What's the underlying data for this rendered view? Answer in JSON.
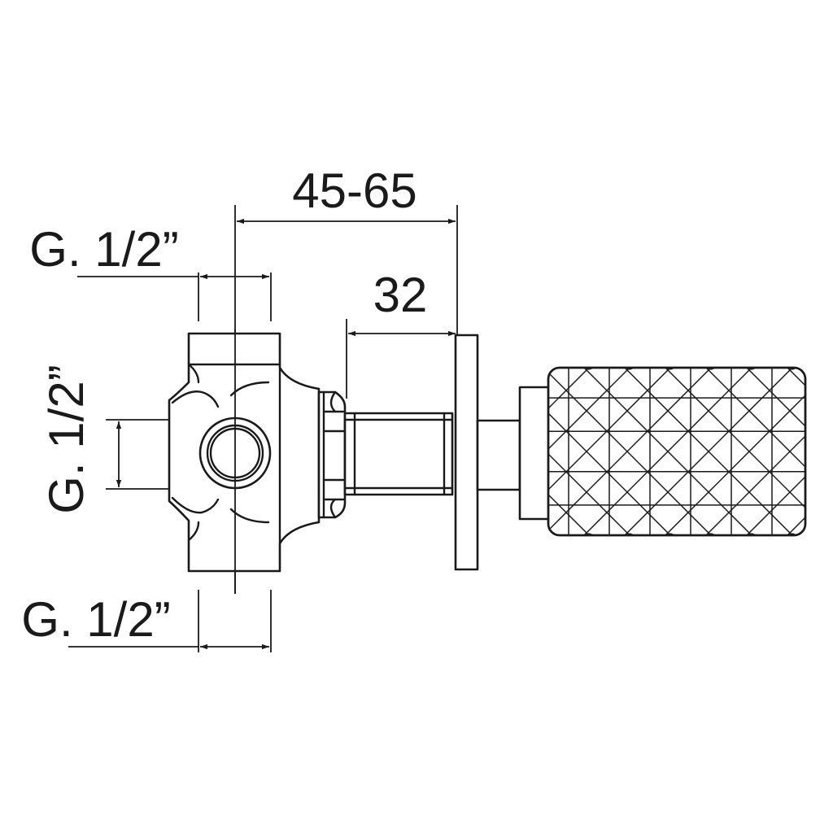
{
  "dimensions": {
    "overall_depth": "45-65",
    "spindle_length": "32",
    "top_connection": "G. 1/2”",
    "side_connection": "G. 1/2”",
    "bottom_connection": "G. 1/2”"
  }
}
